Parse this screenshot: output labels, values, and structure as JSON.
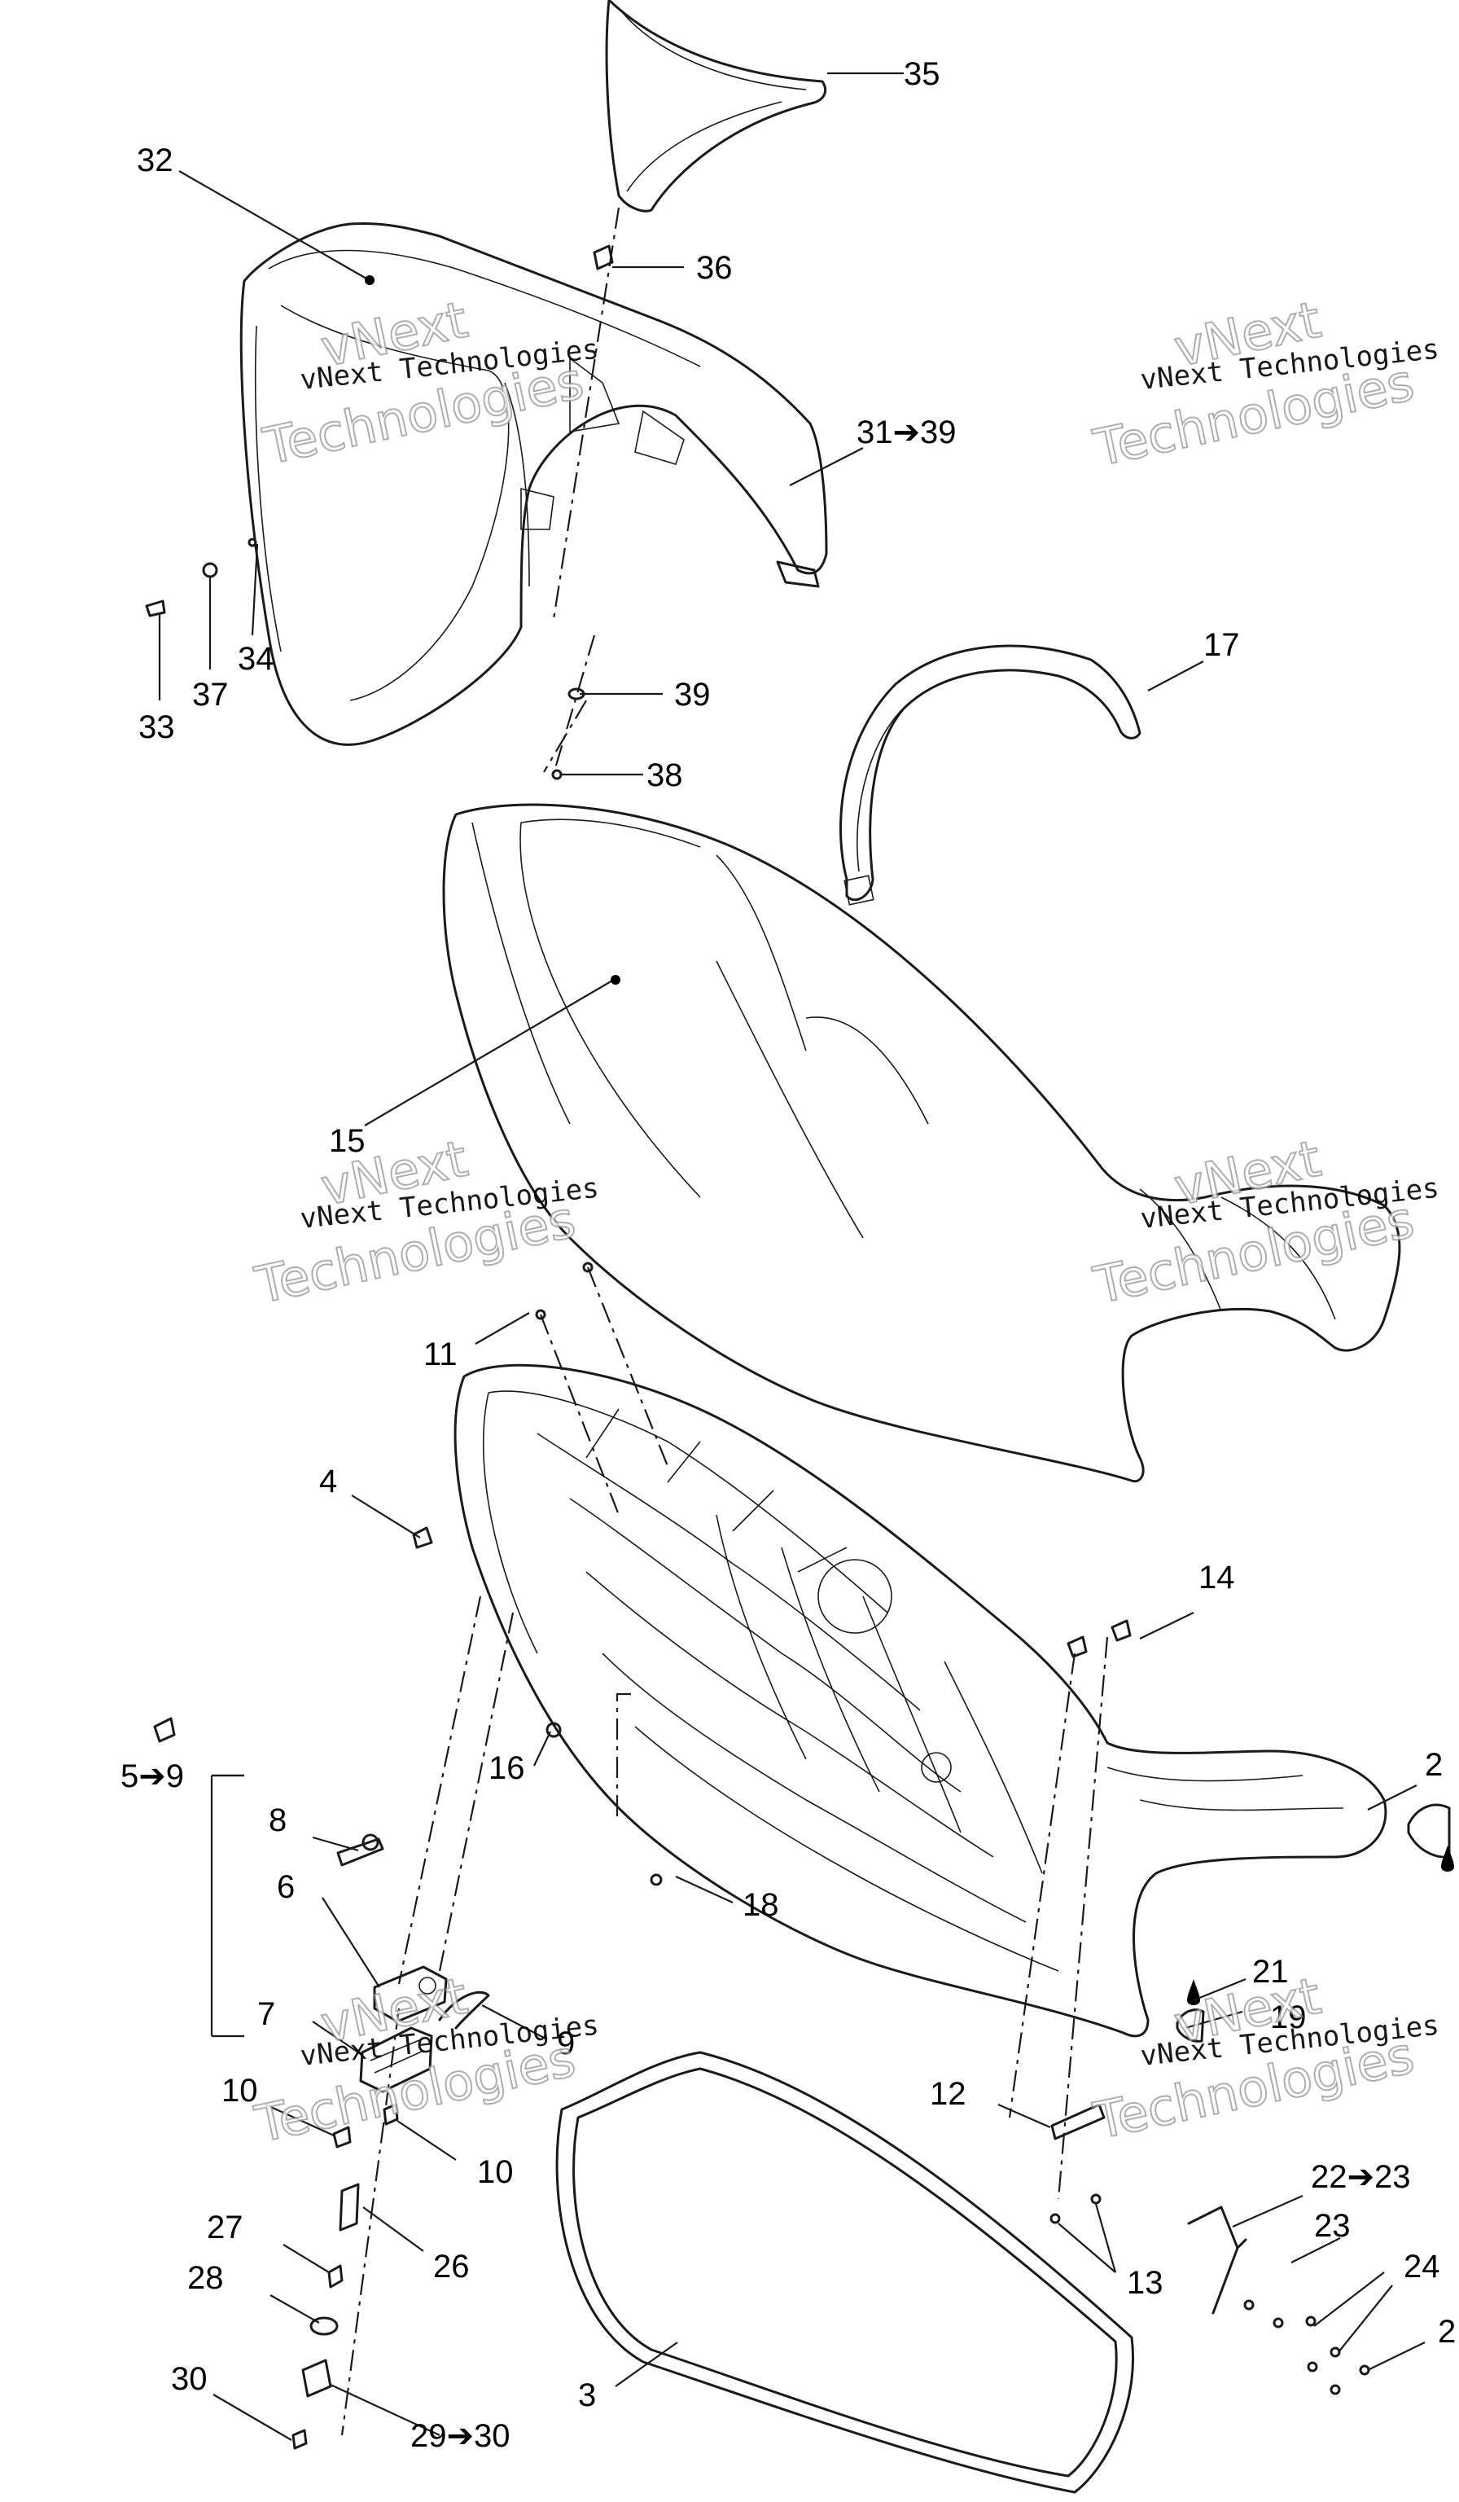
{
  "watermark": {
    "company": "vNext",
    "word": "Technologies",
    "full": "vNext Technologies"
  },
  "callouts": {
    "c1": "35",
    "c2": "32",
    "c3": "36",
    "c4": "31➔39",
    "c5": "34",
    "c6": "37",
    "c7": "33",
    "c8": "39",
    "c9": "38",
    "c10": "17",
    "c11": "15",
    "c12": "11",
    "c13": "4",
    "c14": "14",
    "c15": "16",
    "c16": "2",
    "c17": "8",
    "c18": "5➔9",
    "c19": "6",
    "c20": "18",
    "c21": "21",
    "c22": "19",
    "c23": "7",
    "c24": "9",
    "c25": "12",
    "c26": "10",
    "c27": "10",
    "c28": "22➔23",
    "c29": "23",
    "c30": "27",
    "c31": "26",
    "c32": "13",
    "c33": "24",
    "c34": "28",
    "c35": "2",
    "c36": "30",
    "c37": "3",
    "c38": "29➔30"
  }
}
